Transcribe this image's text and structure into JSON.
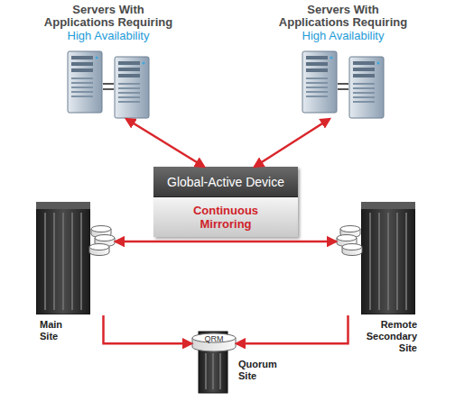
{
  "diagram": {
    "nodes": [
      {
        "text": [
          "Servers With Applications Requiring",
          "High Availability"
        ]
      },
      {
        "text": [
          "Servers With Applications Requiring",
          "High Availability"
        ]
      },
      {
        "text": [
          "Global-Active Device",
          "Continuous Mirroring"
        ]
      },
      {
        "text": [
          "Main Site"
        ]
      },
      {
        "text": [
          "Remote Secondary Site"
        ]
      },
      {
        "text": [
          "QRM",
          "Quorum Site"
        ]
      }
    ],
    "edges": [
      {
        "from": 0,
        "to": 2,
        "arrow": "both"
      },
      {
        "from": 1,
        "to": 2,
        "arrow": "both"
      },
      {
        "from": 3,
        "to": 4,
        "arrow": "both"
      },
      {
        "from": 3,
        "to": 5,
        "arrow": "to"
      },
      {
        "from": 4,
        "to": 5,
        "arrow": "to"
      }
    ]
  }
}
